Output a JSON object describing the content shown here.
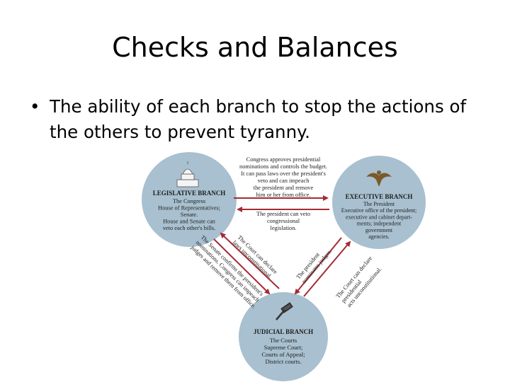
{
  "slide": {
    "title": "Checks and Balances",
    "bullet": "The ability of each branch to stop the actions of the others to prevent tyranny."
  },
  "diagram": {
    "colors": {
      "circle": "#a8c0cf",
      "arrow": "#a52a35",
      "text": "#222222"
    },
    "legislative": {
      "title": "LEGISLATIVE BRANCH",
      "lines": [
        "The Congress",
        "House of Representatives;",
        "Senate.",
        "House and Senate can",
        "veto each other's bills."
      ]
    },
    "executive": {
      "title": "EXECUTIVE BRANCH",
      "lines": [
        "The President",
        "Executive office of the president;",
        "executive and cabinet depart-",
        "ments; independent",
        "government",
        "agencies."
      ]
    },
    "judicial": {
      "title": "JUDICIAL BRANCH",
      "lines": [
        "The Courts",
        "Supreme Court;",
        "Courts of Appeal;",
        "District courts."
      ]
    },
    "congress_to_president": [
      "Congress approves presidential",
      "nominations and controls the budget.",
      "It can pass laws over the president's",
      "veto and can impeach",
      "the president and remove",
      "him or her from office."
    ],
    "president_to_congress": [
      "The president can veto",
      "congressional",
      "legislation."
    ],
    "court_to_congress": [
      "The Court can declare",
      "laws unconstitutional."
    ],
    "senate_to_court": [
      "The Senate confirms the president's",
      "nominations. Congress can impeach",
      "judges and remove them from office."
    ],
    "president_to_court": [
      "The president",
      "nominates judges."
    ],
    "court_to_president": [
      "The Court can declare",
      "presidential",
      "acts unconstitutional."
    ]
  }
}
